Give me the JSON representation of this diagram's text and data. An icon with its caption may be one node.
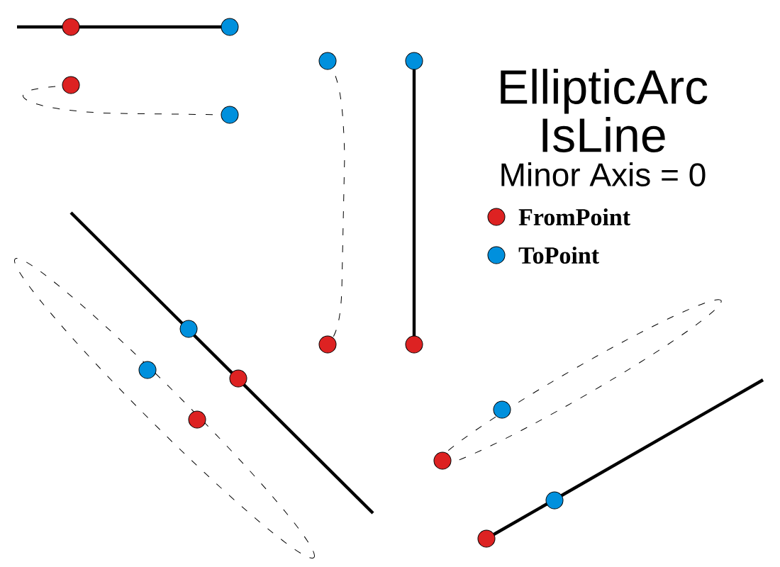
{
  "diagram": {
    "title": "EllipticArc IsLine",
    "labels": [
      "Minor Axis = 0"
    ],
    "legend": [
      {
        "text": "FromPoint",
        "color": "#dd2222"
      },
      {
        "text": "ToPoint",
        "color": "#0090dd"
      }
    ]
  }
}
